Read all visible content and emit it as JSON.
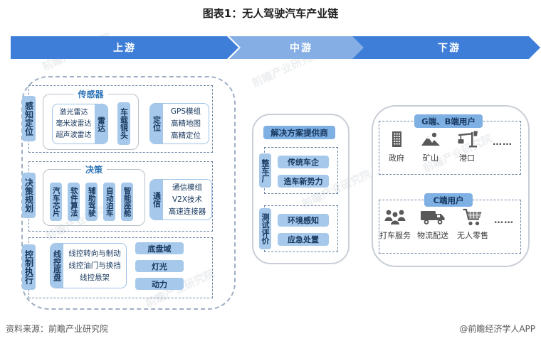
{
  "title": "图表1：无人驾驶汽车产业链",
  "flow": {
    "stages": [
      {
        "label": "上游"
      },
      {
        "label": "中游"
      },
      {
        "label": "下游"
      }
    ]
  },
  "upstream": {
    "perception": {
      "label": "感知定位",
      "sensor": {
        "group_label": "传感器",
        "radar": {
          "tag": "雷达",
          "items": [
            "激光雷达",
            "毫米波雷达",
            "超声波雷达"
          ]
        },
        "camera_tag": "车载镜头"
      },
      "positioning": {
        "tag": "定位",
        "items": [
          "GPS模组",
          "高精地图",
          "高精定位"
        ]
      }
    },
    "decision": {
      "label": "决策规划",
      "group_label": "决策",
      "tags": [
        "汽车芯片",
        "软件算法",
        "辅助驾驶",
        "自动泊车",
        "智能座舱"
      ],
      "communication": {
        "tag": "通信",
        "items": [
          "通信模组",
          "V2X技术",
          "高速连接器"
        ]
      }
    },
    "control": {
      "label": "控制执行",
      "chassis": {
        "tag": "线控底盘",
        "items": [
          "线控转向与制动",
          "线控油门与换挡",
          "线控悬架"
        ]
      },
      "domains": [
        "底盘域",
        "灯光",
        "动力"
      ]
    }
  },
  "midstream": {
    "header": "解决方案提供商",
    "oem": {
      "tag": "整车厂",
      "items": [
        "传统车企",
        "造车新势力"
      ]
    },
    "testing": {
      "tag": "测试评价",
      "items": [
        "环境感知",
        "应急处置"
      ]
    }
  },
  "downstream": {
    "gb": {
      "header": "G端、B端用户",
      "items": [
        {
          "icon": "government-building-icon",
          "label": "政府"
        },
        {
          "icon": "mine-mountain-icon",
          "label": "矿山"
        },
        {
          "icon": "port-crane-icon",
          "label": "港口"
        }
      ],
      "more": "……"
    },
    "c": {
      "header": "C端用户",
      "items": [
        {
          "icon": "ride-hailing-people-icon",
          "label": "打车服务"
        },
        {
          "icon": "logistics-truck-icon",
          "label": "物流配送"
        },
        {
          "icon": "retail-cart-icon",
          "label": "无人零售"
        }
      ],
      "more": "……"
    }
  },
  "footer": {
    "source": "资料来源：前瞻产业研究院",
    "credit": "@前瞻经济学人APP"
  },
  "watermark": "前瞻产业研究院",
  "colors": {
    "arrow_primary": "#3e7ed8",
    "arrow_secondary": "#85afe4",
    "tag_fill": "#a6c8ea",
    "header_fill": "#7fb0e4",
    "text_navy": "#17375e",
    "group_label_blue": "#2e75b6",
    "icon_gray": "#595959"
  }
}
